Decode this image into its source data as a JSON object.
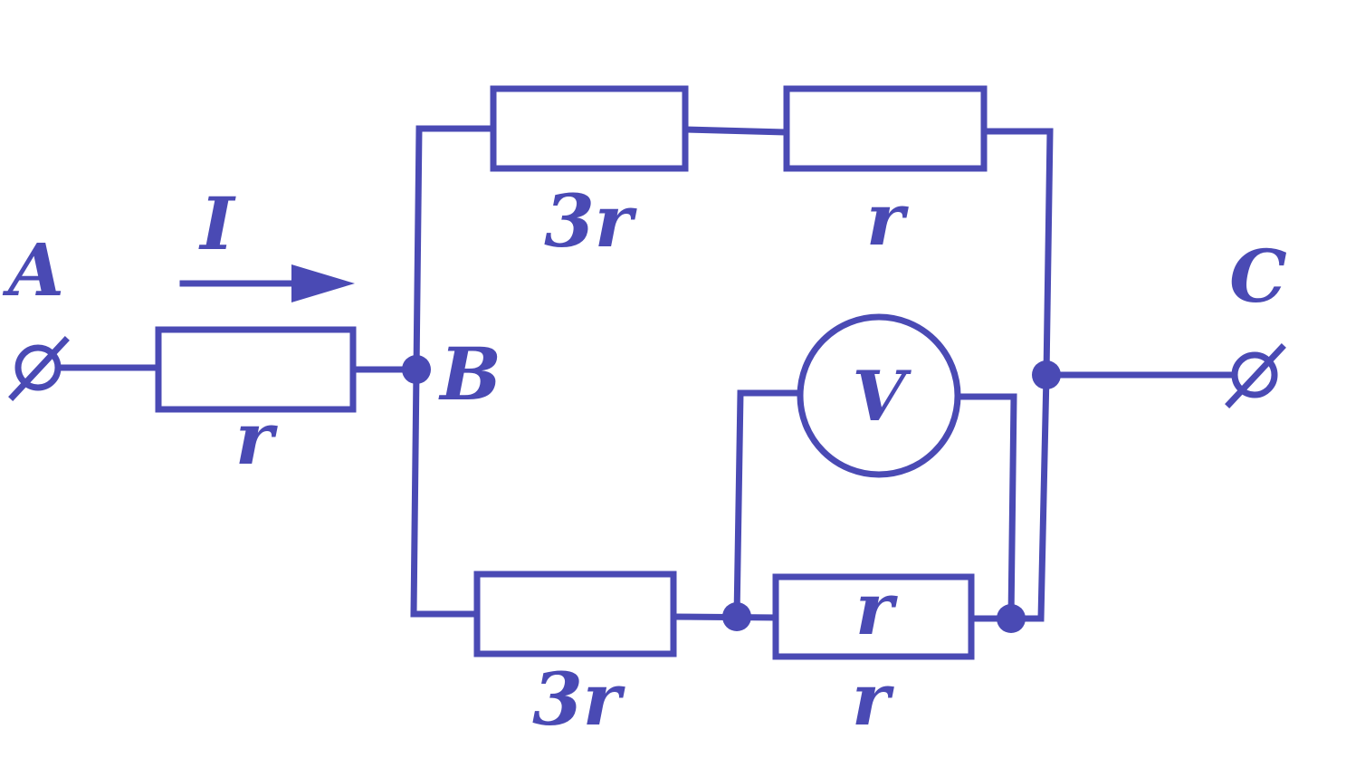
{
  "colors": {
    "stroke": "#4a4ab4",
    "background": "#ffffff"
  },
  "terminals": {
    "a": "A",
    "c": "C"
  },
  "current": {
    "label": "I"
  },
  "node_b": "B",
  "resistors": {
    "input": "r",
    "top_left": "3r",
    "top_right": "r",
    "bottom_left": "3r",
    "bottom_right_inside": "r",
    "bottom_right_below": "r"
  },
  "voltmeter": {
    "label": "V"
  }
}
